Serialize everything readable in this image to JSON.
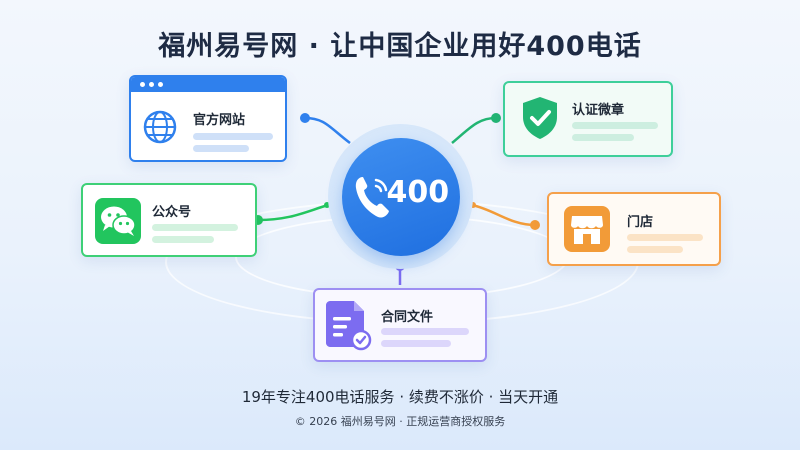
{
  "title": "福州易号网 · 让中国企业用好400电话",
  "hub": {
    "number": "400",
    "icon": "phone-icon"
  },
  "nodes": {
    "website": {
      "label": "官方网站",
      "icon": "globe-icon",
      "color": "#2f80ed"
    },
    "cert": {
      "label": "认证微章",
      "icon": "shield-check-icon",
      "color": "#22b573"
    },
    "wechat": {
      "label": "公众号",
      "icon": "wechat-icon",
      "color": "#22c55e"
    },
    "store": {
      "label": "门店",
      "icon": "store-icon",
      "color": "#f29b38"
    },
    "contract": {
      "label": "合同文件",
      "icon": "document-check-icon",
      "color": "#7c6cf0"
    }
  },
  "footer": {
    "slogan": "19年专注400电话服务 · 续费不涨价 · 当天开通",
    "copyright": "© 2026 福州易号网 · 正规运营商授权服务"
  }
}
